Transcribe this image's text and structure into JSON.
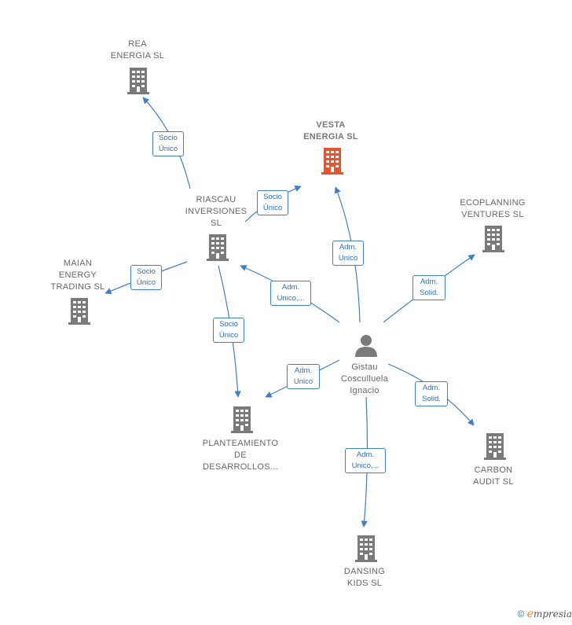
{
  "nodes": {
    "rea": [
      "REA",
      "ENERGIA  SL"
    ],
    "vesta": [
      "VESTA",
      "ENERGIA  SL"
    ],
    "riascau": [
      "RIASCAU",
      "INVERSIONES",
      "SL"
    ],
    "ecoplanning": [
      "ECOPLANNING",
      "VENTURES  SL"
    ],
    "maian": [
      "MAIAN",
      "ENERGY",
      "TRADING  SL"
    ],
    "person": [
      "Gistau",
      "Cosculluela",
      "Ignacio"
    ],
    "planteamiento": [
      "PLANTEAMIENTO",
      "DE",
      "DESARROLLOS..."
    ],
    "carbon": [
      "CARBON",
      "AUDIT  SL"
    ],
    "dansing": [
      "DANSING",
      "KIDS  SL"
    ]
  },
  "edges": {
    "riascau_rea": [
      "Socio",
      "Único"
    ],
    "riascau_vesta": [
      "Socio",
      "Único"
    ],
    "riascau_maian": [
      "Socio",
      "Único"
    ],
    "riascau_planteamiento": [
      "Socio",
      "Único"
    ],
    "person_vesta": [
      "Adm.",
      "Unico"
    ],
    "person_riascau": [
      "Adm.",
      "Unico,..."
    ],
    "person_ecoplanning": [
      "Adm.",
      "Solid."
    ],
    "person_planteamiento": [
      "Adm.",
      "Unico"
    ],
    "person_carbon": [
      "Adm.",
      "Solid."
    ],
    "person_dansing": [
      "Adm.",
      "Unico,..."
    ]
  },
  "colors": {
    "edge": "#3e7fc8",
    "building": "#7a7a7a",
    "highlight": "#e8552d",
    "person": "#7a7a7a"
  },
  "footer": {
    "copyright": "©",
    "brand_initial": "e",
    "brand_rest": "mpresia"
  }
}
